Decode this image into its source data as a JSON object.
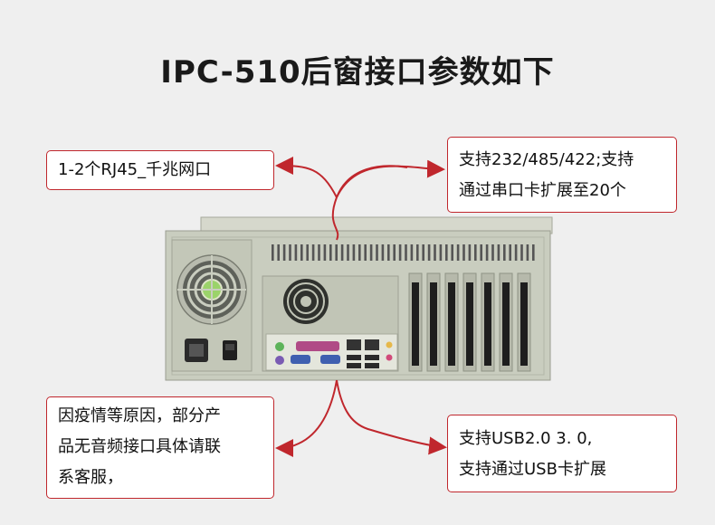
{
  "title": "IPC-510后窗接口参数如下",
  "callouts": {
    "lan_ports": "1-2个RJ45_千兆网口",
    "serial": {
      "line1": "支持232/485/422;支持",
      "line2": "通过串口卡扩展至20个"
    },
    "notice": {
      "line1": "因疫情等原因，部分产",
      "line2": "品无音频接口具体请联",
      "line3": "系客服，"
    },
    "usb": {
      "line1": "支持USB2.0 3. 0,",
      "line2": "支持通过USB卡扩展"
    }
  },
  "colors": {
    "accent": "#c0272d",
    "chassis": "#c9cdbf",
    "background": "#efefef"
  },
  "icons": [
    "fan-icon",
    "power-socket-icon",
    "power-switch-icon",
    "ps2-port-icon",
    "vga-port-icon",
    "parallel-port-icon",
    "rj45-port-icon",
    "usb-port-icon",
    "audio-jack-icon",
    "expansion-slot-icon"
  ]
}
